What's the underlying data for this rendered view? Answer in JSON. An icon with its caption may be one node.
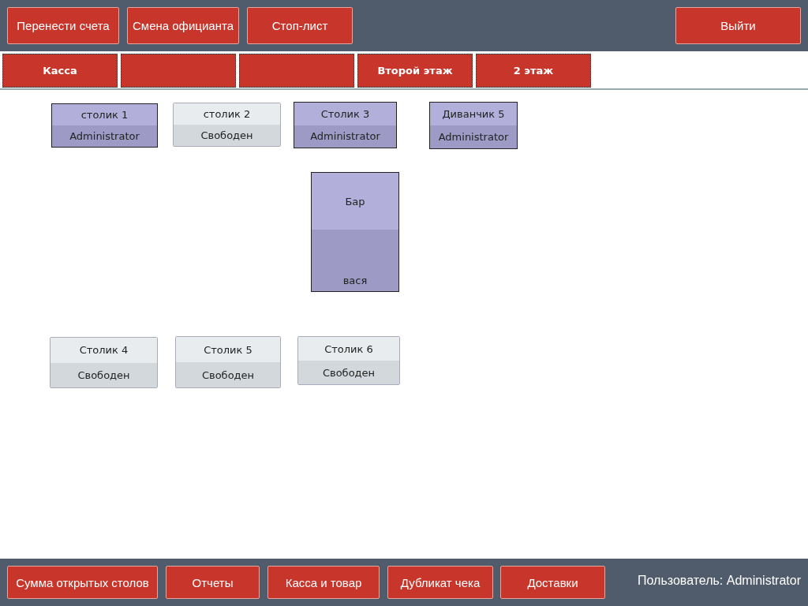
{
  "diagram": {
    "nodes": [
      {
        "text": [
          "Перенести счета"
        ]
      },
      {
        "text": [
          "Смена официанта"
        ]
      },
      {
        "text": [
          "Стоп-лист"
        ]
      },
      {
        "text": [
          "Выйти"
        ]
      },
      {
        "text": [
          "Касса"
        ]
      },
      {
        "text": [],
        "shape": "box"
      },
      {
        "text": [],
        "shape": "box"
      },
      {
        "text": [
          "Второй этаж"
        ]
      },
      {
        "text": [
          "2 этаж"
        ]
      },
      {
        "text": [
          "столик 1",
          "Administrator"
        ]
      },
      {
        "text": [
          "столик 2",
          "Свободен"
        ]
      },
      {
        "text": [
          "Столик 3",
          "Administrator"
        ]
      },
      {
        "text": [
          "Диванчик 5",
          "Administrator"
        ]
      },
      {
        "text": [
          "Бар",
          "вася"
        ]
      },
      {
        "text": [
          "Столик 4",
          "Свободен"
        ]
      },
      {
        "text": [
          "Столик 5",
          "Свободен"
        ]
      },
      {
        "text": [
          "Столик 6",
          "Свободен"
        ]
      },
      {
        "text": [
          "Сумма открытых столов"
        ]
      },
      {
        "text": [
          "Отчеты"
        ]
      },
      {
        "text": [
          "Касса и товар"
        ]
      },
      {
        "text": [
          "Дубликат чека"
        ]
      },
      {
        "text": [
          "Доставки"
        ]
      }
    ],
    "labels": [
      "Пользователь: Administrator"
    ]
  }
}
